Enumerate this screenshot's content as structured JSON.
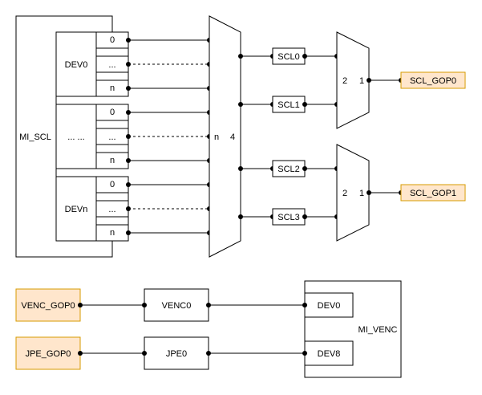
{
  "top": {
    "mi_scl_label": "MI_SCL",
    "groups": [
      {
        "name": "DEV0",
        "ports": [
          "0",
          "...",
          "n"
        ]
      },
      {
        "name": "... ...",
        "ports": [
          "0",
          "...",
          "n"
        ]
      },
      {
        "name": "DEVn",
        "ports": [
          "0",
          "...",
          "n"
        ]
      }
    ],
    "mux_main": {
      "in_label": "n",
      "out_label": "4"
    },
    "scl_blocks": [
      "SCL0",
      "SCL1",
      "SCL2",
      "SCL3"
    ],
    "gop_muxes": [
      {
        "in_label": "2",
        "out_label": "1"
      },
      {
        "in_label": "2",
        "out_label": "1"
      }
    ],
    "gop_outputs": [
      "SCL_GOP0",
      "SCL_GOP1"
    ]
  },
  "bottom": {
    "inputs": [
      "VENC_GOP0",
      "JPE_GOP0"
    ],
    "encoders": [
      "VENC0",
      "JPE0"
    ],
    "mi_venc_label": "MI_VENC",
    "devices": [
      "DEV0",
      "DEV8"
    ]
  },
  "colors": {
    "source_fill": "#ffe6cc",
    "source_stroke": "#d79b00",
    "line": "#000000"
  }
}
